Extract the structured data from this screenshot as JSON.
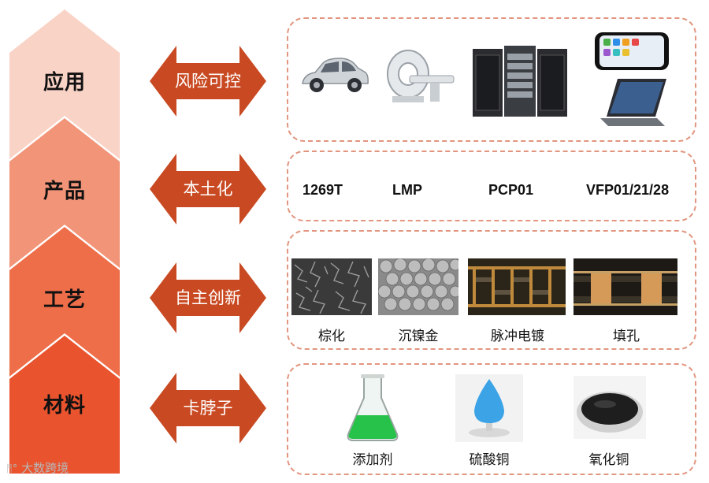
{
  "colors": {
    "chevron1": "#f9d3c6",
    "chevron2": "#f29478",
    "chevron3": "#ee6e4a",
    "chevron4": "#e9532e",
    "arrow": "#c94a22",
    "panel_border": "#e2967f"
  },
  "rows": [
    {
      "level": "应用",
      "action": "风险可控"
    },
    {
      "level": "产品",
      "action": "本土化"
    },
    {
      "level": "工艺",
      "action": "自主创新"
    },
    {
      "level": "材料",
      "action": "卡脖子"
    }
  ],
  "applications": [
    {
      "icon": "car-image"
    },
    {
      "icon": "ct-scanner-image"
    },
    {
      "icon": "server-rack-image"
    },
    {
      "icon": "phone-laptop-image"
    }
  ],
  "products": [
    "1269T",
    "LMP",
    "PCP01",
    "VFP01/21/28"
  ],
  "processes": [
    "棕化",
    "沉镍金",
    "脉冲电镀",
    "填孔"
  ],
  "materials": [
    "添加剂",
    "硫酸铜",
    "氧化铜"
  ],
  "watermark": "大数跨境"
}
